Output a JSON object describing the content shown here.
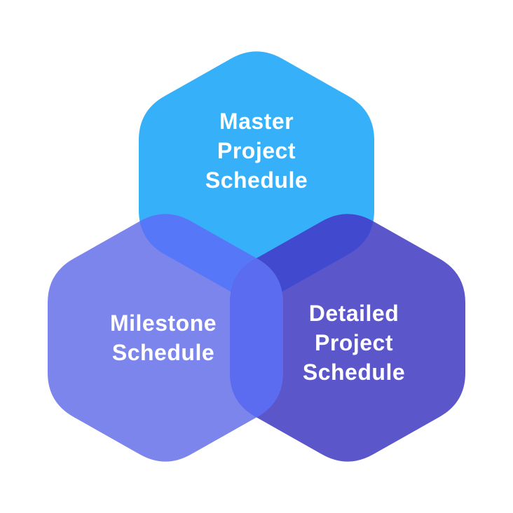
{
  "diagram": {
    "background_color": "#ffffff",
    "text_color": "#ffffff",
    "hexagons": {
      "master": {
        "label": "Master Project Schedule",
        "label_lines": [
          "Master",
          "Project",
          "Schedule"
        ],
        "color": "#37B0FA"
      },
      "milestone": {
        "label": "Milestone Schedule",
        "label_lines": [
          "Milestone",
          "Schedule"
        ],
        "color": "#7B85EC"
      },
      "detailed": {
        "label": "Detailed Project Schedule",
        "label_lines": [
          "Detailed",
          "Project",
          "Schedule"
        ],
        "color": "#5B56CA"
      }
    },
    "overlaps": {
      "master_milestone": "#5577F8",
      "master_detailed": "#414ACF",
      "milestone_detailed": "#5C6CF0"
    }
  }
}
